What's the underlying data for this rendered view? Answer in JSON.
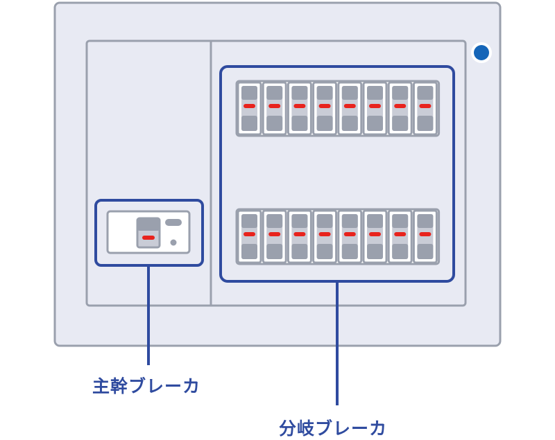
{
  "labels": {
    "main_breaker": "主幹ブレーカ",
    "branch_breaker": "分岐ブレーカ"
  },
  "colors": {
    "panel_fill": "#e8eaf3",
    "panel_stroke": "#9aa0ad",
    "callout_blue": "#2f4b9f",
    "indicator_red": "#e8231d",
    "switch_dark": "#9aa0ad",
    "switch_light": "#c9ccd6",
    "led_blue": "#1565b8"
  },
  "breakers": {
    "branch_rows": 2,
    "branch_per_row": 8
  }
}
